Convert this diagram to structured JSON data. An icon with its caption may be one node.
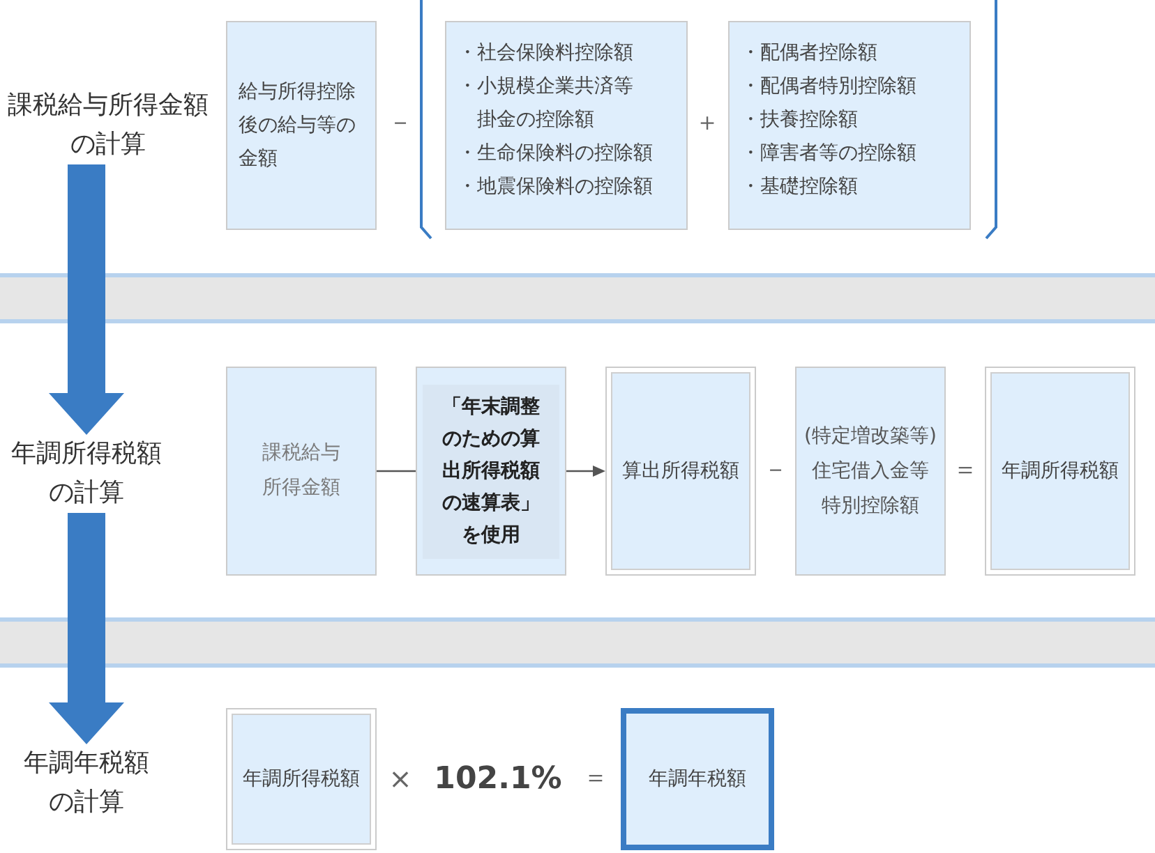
{
  "diagram": {
    "nodes": [
      {
        "text": [
          "課税給与所得金額の計算"
        ]
      },
      {
        "text": [
          "給与所得控除後の給与等の金額"
        ]
      },
      {
        "text": [
          "・社会保険料控除額",
          "・小規模企業共済等掛金の控除額",
          "・生命保険料の控除額",
          "・地震保険料の控除額"
        ]
      },
      {
        "text": [
          "・配偶者控除額",
          "・配偶者特別控除額",
          "・扶養控除額",
          "・障害者等の控除額",
          "・基礎控除額"
        ]
      },
      {
        "text": [
          "年調所得税額の計算"
        ]
      },
      {
        "text": [
          "課税給与所得金額"
        ]
      },
      {
        "text": [
          "「年末調整のための算出所得税額の速算表」を使用"
        ]
      },
      {
        "text": [
          "算出所得税額"
        ]
      },
      {
        "text": [
          "(特定増改築等)住宅借入金等特別控除額"
        ]
      },
      {
        "text": [
          "年調所得税額"
        ]
      },
      {
        "text": [
          "年調年税額の計算"
        ]
      },
      {
        "text": [
          "年調所得税額"
        ]
      },
      {
        "text": [
          "年調年税額"
        ]
      }
    ],
    "edges": [
      {
        "from": 0,
        "to": 4,
        "arrow": "to",
        "style": "thick",
        "color": "#3a7cc4"
      },
      {
        "from": 5,
        "to": 6,
        "arrow": "none",
        "color": "#555555"
      },
      {
        "from": 6,
        "to": 7,
        "arrow": "to",
        "color": "#555555"
      },
      {
        "from": 4,
        "to": 10,
        "arrow": "to",
        "style": "thick",
        "color": "#3a7cc4"
      }
    ],
    "labels": [
      "－",
      "＋",
      "－",
      "＝",
      "×",
      "102.1%",
      "＝"
    ]
  }
}
